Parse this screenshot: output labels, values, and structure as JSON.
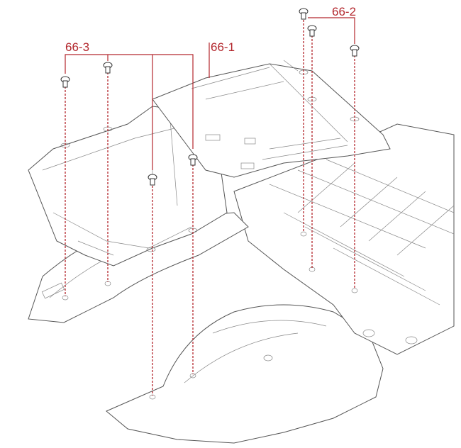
{
  "callouts": {
    "part_1": "66-1",
    "part_2": "66-2",
    "part_3": "66-3"
  },
  "colors": {
    "callout": "#b3272d",
    "line_art": "#555555"
  }
}
